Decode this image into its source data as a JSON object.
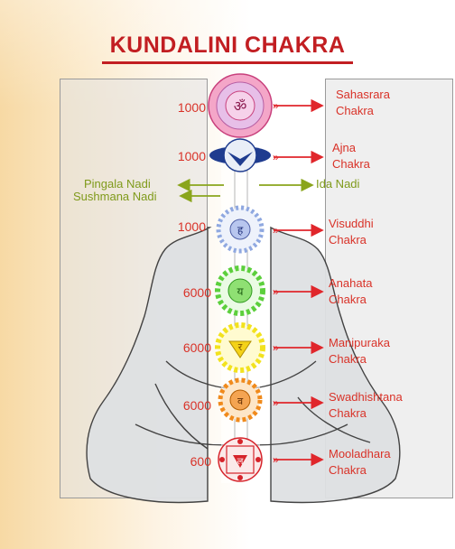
{
  "title": "KUNDALINI CHAKRA",
  "chakras": [
    {
      "name": "Sahasrara",
      "suffix": "Chakra",
      "count": "1000",
      "color": "#e2629c"
    },
    {
      "name": "Ajna",
      "suffix": "Chakra",
      "count": "1000",
      "color": "#1f3c8f"
    },
    {
      "name": "Visuddhi",
      "suffix": "Chakra",
      "count": "1000",
      "color": "#8fa8e0"
    },
    {
      "name": "Anahata",
      "suffix": "Chakra",
      "count": "6000",
      "color": "#5ccf3c"
    },
    {
      "name": "Manipuraka",
      "suffix": "Chakra",
      "count": "6000",
      "color": "#f2e21e"
    },
    {
      "name": "Swadhishtana",
      "suffix": "Chakra",
      "count": "6000",
      "color": "#f08a1c"
    },
    {
      "name": "Mooladhara",
      "suffix": "Chakra",
      "count": "600",
      "color": "#d6232a"
    }
  ],
  "nadis": {
    "pingala": "Pingala Nadi",
    "sushmana": "Sushmana Nadi",
    "ida": "Ida Nadi"
  },
  "colors": {
    "title": "#c21e22",
    "label": "#d93228",
    "nadi": "#7f9a1a",
    "arrow": "#e0262b"
  }
}
